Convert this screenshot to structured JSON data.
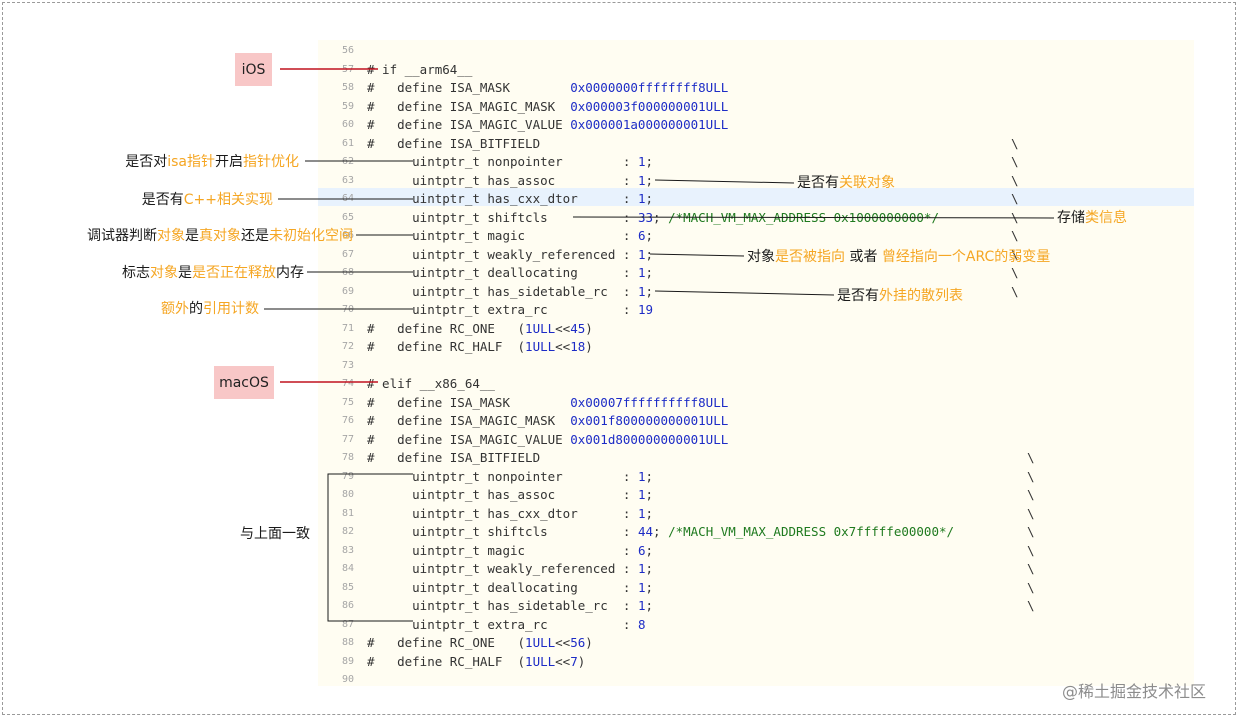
{
  "badges": {
    "ios": "iOS",
    "macos": "macOS"
  },
  "annotations": {
    "nonpointer": [
      {
        "t": "是否对",
        "h": false
      },
      {
        "t": "isa指针",
        "h": true
      },
      {
        "t": "开启",
        "h": false
      },
      {
        "t": "指针优化",
        "h": true
      }
    ],
    "has_assoc": [
      {
        "t": "是否有",
        "h": false
      },
      {
        "t": "关联对象",
        "h": true
      }
    ],
    "has_cxx_dtor": [
      {
        "t": "是否有",
        "h": false
      },
      {
        "t": "C++相关实现",
        "h": true
      }
    ],
    "shiftcls": [
      {
        "t": "存储",
        "h": false
      },
      {
        "t": "类信息",
        "h": true
      }
    ],
    "magic": [
      {
        "t": "调试器判断",
        "h": false
      },
      {
        "t": "对象",
        "h": true
      },
      {
        "t": "是",
        "h": false
      },
      {
        "t": "真对象",
        "h": true
      },
      {
        "t": "还是",
        "h": false
      },
      {
        "t": "未初始化空间",
        "h": true
      }
    ],
    "weakly_referenced": [
      {
        "t": "对象",
        "h": false
      },
      {
        "t": "是否被指向",
        "h": true
      },
      {
        "t": " 或者 ",
        "h": false
      },
      {
        "t": "曾经指向一个ARC的弱变量",
        "h": true
      }
    ],
    "deallocating": [
      {
        "t": "标志",
        "h": false
      },
      {
        "t": "对象",
        "h": true
      },
      {
        "t": "是",
        "h": false
      },
      {
        "t": "是否正在释放",
        "h": true
      },
      {
        "t": "内存",
        "h": false
      }
    ],
    "has_sidetable_rc": [
      {
        "t": "是否有",
        "h": false
      },
      {
        "t": "外挂的散列表",
        "h": true
      }
    ],
    "extra_rc": [
      {
        "t": "额外",
        "h": true
      },
      {
        "t": "的",
        "h": false
      },
      {
        "t": "引用计数",
        "h": true
      }
    ],
    "same_as_above": [
      {
        "t": "与上面一致",
        "h": false
      }
    ]
  },
  "code_lines": [
    {
      "n": "56",
      "p": []
    },
    {
      "n": "57",
      "p": [
        [
          "t",
          "# if __arm64__"
        ]
      ]
    },
    {
      "n": "58",
      "p": [
        [
          "t",
          "#   define ISA_MASK        "
        ],
        [
          "n",
          "0x0000000ffffffff8ULL"
        ]
      ]
    },
    {
      "n": "59",
      "p": [
        [
          "t",
          "#   define ISA_MAGIC_MASK  "
        ],
        [
          "n",
          "0x000003f000000001ULL"
        ]
      ]
    },
    {
      "n": "60",
      "p": [
        [
          "t",
          "#   define ISA_MAGIC_VALUE "
        ],
        [
          "n",
          "0x000001a000000001ULL"
        ]
      ]
    },
    {
      "n": "61",
      "p": [
        [
          "t",
          "#   define ISA_BITFIELD"
        ]
      ],
      "bs": "\\"
    },
    {
      "n": "62",
      "p": [
        [
          "t",
          "      uintptr_t nonpointer        : "
        ],
        [
          "n",
          "1"
        ],
        [
          "t",
          ";"
        ]
      ],
      "bs": "\\"
    },
    {
      "n": "63",
      "p": [
        [
          "t",
          "      uintptr_t has_assoc         : "
        ],
        [
          "n",
          "1"
        ],
        [
          "t",
          ";"
        ]
      ],
      "bs": "\\"
    },
    {
      "n": "64",
      "p": [
        [
          "t",
          "      uintptr_t has_cxx_dtor      : "
        ],
        [
          "n",
          "1"
        ],
        [
          "t",
          ";"
        ]
      ],
      "bs": "\\"
    },
    {
      "n": "65",
      "p": [
        [
          "t",
          "      uintptr_t shiftcls          : "
        ],
        [
          "n",
          "33"
        ],
        [
          "t",
          "; "
        ],
        [
          "c",
          "/*MACH_VM_MAX_ADDRESS 0x1000000000*/"
        ]
      ],
      "bs": "\\"
    },
    {
      "n": "66",
      "p": [
        [
          "t",
          "      uintptr_t magic             : "
        ],
        [
          "n",
          "6"
        ],
        [
          "t",
          ";"
        ]
      ],
      "bs": "\\"
    },
    {
      "n": "67",
      "p": [
        [
          "t",
          "      uintptr_t weakly_referenced : "
        ],
        [
          "n",
          "1"
        ],
        [
          "t",
          ";"
        ]
      ],
      "bs": "\\"
    },
    {
      "n": "68",
      "p": [
        [
          "t",
          "      uintptr_t deallocating      : "
        ],
        [
          "n",
          "1"
        ],
        [
          "t",
          ";"
        ]
      ],
      "bs": "\\"
    },
    {
      "n": "69",
      "p": [
        [
          "t",
          "      uintptr_t has_sidetable_rc  : "
        ],
        [
          "n",
          "1"
        ],
        [
          "t",
          ";"
        ]
      ],
      "bs": "\\"
    },
    {
      "n": "70",
      "p": [
        [
          "t",
          "      uintptr_t extra_rc          : "
        ],
        [
          "n",
          "19"
        ]
      ]
    },
    {
      "n": "71",
      "p": [
        [
          "t",
          "#   define RC_ONE   ("
        ],
        [
          "n",
          "1ULL"
        ],
        [
          "t",
          "<<"
        ],
        [
          "n",
          "45"
        ],
        [
          "t",
          ")"
        ]
      ]
    },
    {
      "n": "72",
      "p": [
        [
          "t",
          "#   define RC_HALF  ("
        ],
        [
          "n",
          "1ULL"
        ],
        [
          "t",
          "<<"
        ],
        [
          "n",
          "18"
        ],
        [
          "t",
          ")"
        ]
      ]
    },
    {
      "n": "73",
      "p": []
    },
    {
      "n": "74",
      "p": [
        [
          "t",
          "# elif __x86_64__"
        ]
      ]
    },
    {
      "n": "75",
      "p": [
        [
          "t",
          "#   define ISA_MASK        "
        ],
        [
          "n",
          "0x00007ffffffffff8ULL"
        ]
      ]
    },
    {
      "n": "76",
      "p": [
        [
          "t",
          "#   define ISA_MAGIC_MASK  "
        ],
        [
          "n",
          "0x001f800000000001ULL"
        ]
      ]
    },
    {
      "n": "77",
      "p": [
        [
          "t",
          "#   define ISA_MAGIC_VALUE "
        ],
        [
          "n",
          "0x001d800000000001ULL"
        ]
      ]
    },
    {
      "n": "78",
      "p": [
        [
          "t",
          "#   define ISA_BITFIELD"
        ]
      ],
      "bs": "\\"
    },
    {
      "n": "79",
      "p": [
        [
          "t",
          "      uintptr_t nonpointer        : "
        ],
        [
          "n",
          "1"
        ],
        [
          "t",
          ";"
        ]
      ],
      "bs": "\\"
    },
    {
      "n": "80",
      "p": [
        [
          "t",
          "      uintptr_t has_assoc         : "
        ],
        [
          "n",
          "1"
        ],
        [
          "t",
          ";"
        ]
      ],
      "bs": "\\"
    },
    {
      "n": "81",
      "p": [
        [
          "t",
          "      uintptr_t has_cxx_dtor      : "
        ],
        [
          "n",
          "1"
        ],
        [
          "t",
          ";"
        ]
      ],
      "bs": "\\"
    },
    {
      "n": "82",
      "p": [
        [
          "t",
          "      uintptr_t shiftcls          : "
        ],
        [
          "n",
          "44"
        ],
        [
          "t",
          "; "
        ],
        [
          "c",
          "/*MACH_VM_MAX_ADDRESS 0x7fffffe00000*/"
        ]
      ],
      "bs": "\\"
    },
    {
      "n": "83",
      "p": [
        [
          "t",
          "      uintptr_t magic             : "
        ],
        [
          "n",
          "6"
        ],
        [
          "t",
          ";"
        ]
      ],
      "bs": "\\"
    },
    {
      "n": "84",
      "p": [
        [
          "t",
          "      uintptr_t weakly_referenced : "
        ],
        [
          "n",
          "1"
        ],
        [
          "t",
          ";"
        ]
      ],
      "bs": "\\"
    },
    {
      "n": "85",
      "p": [
        [
          "t",
          "      uintptr_t deallocating      : "
        ],
        [
          "n",
          "1"
        ],
        [
          "t",
          ";"
        ]
      ],
      "bs": "\\"
    },
    {
      "n": "86",
      "p": [
        [
          "t",
          "      uintptr_t has_sidetable_rc  : "
        ],
        [
          "n",
          "1"
        ],
        [
          "t",
          ";"
        ]
      ],
      "bs": "\\"
    },
    {
      "n": "87",
      "p": [
        [
          "t",
          "      uintptr_t extra_rc          : "
        ],
        [
          "n",
          "8"
        ]
      ]
    },
    {
      "n": "88",
      "p": [
        [
          "t",
          "#   define RC_ONE   ("
        ],
        [
          "n",
          "1ULL"
        ],
        [
          "t",
          "<<"
        ],
        [
          "n",
          "56"
        ],
        [
          "t",
          ")"
        ]
      ]
    },
    {
      "n": "89",
      "p": [
        [
          "t",
          "#   define RC_HALF  ("
        ],
        [
          "n",
          "1ULL"
        ],
        [
          "t",
          "<<"
        ],
        [
          "n",
          "7"
        ],
        [
          "t",
          ")"
        ]
      ]
    },
    {
      "n": "90",
      "p": []
    }
  ],
  "watermark": "@稀土掘金技术社区",
  "colors": {
    "highlight": "#f5a623",
    "badge_bg": "#f8c7c7",
    "badge_line": "#c0121f",
    "numbers": "#1d2cc6",
    "comments": "#1f7a1f",
    "panel_bg": "#fffdf2",
    "current_line_bg": "#e8f2fd"
  }
}
